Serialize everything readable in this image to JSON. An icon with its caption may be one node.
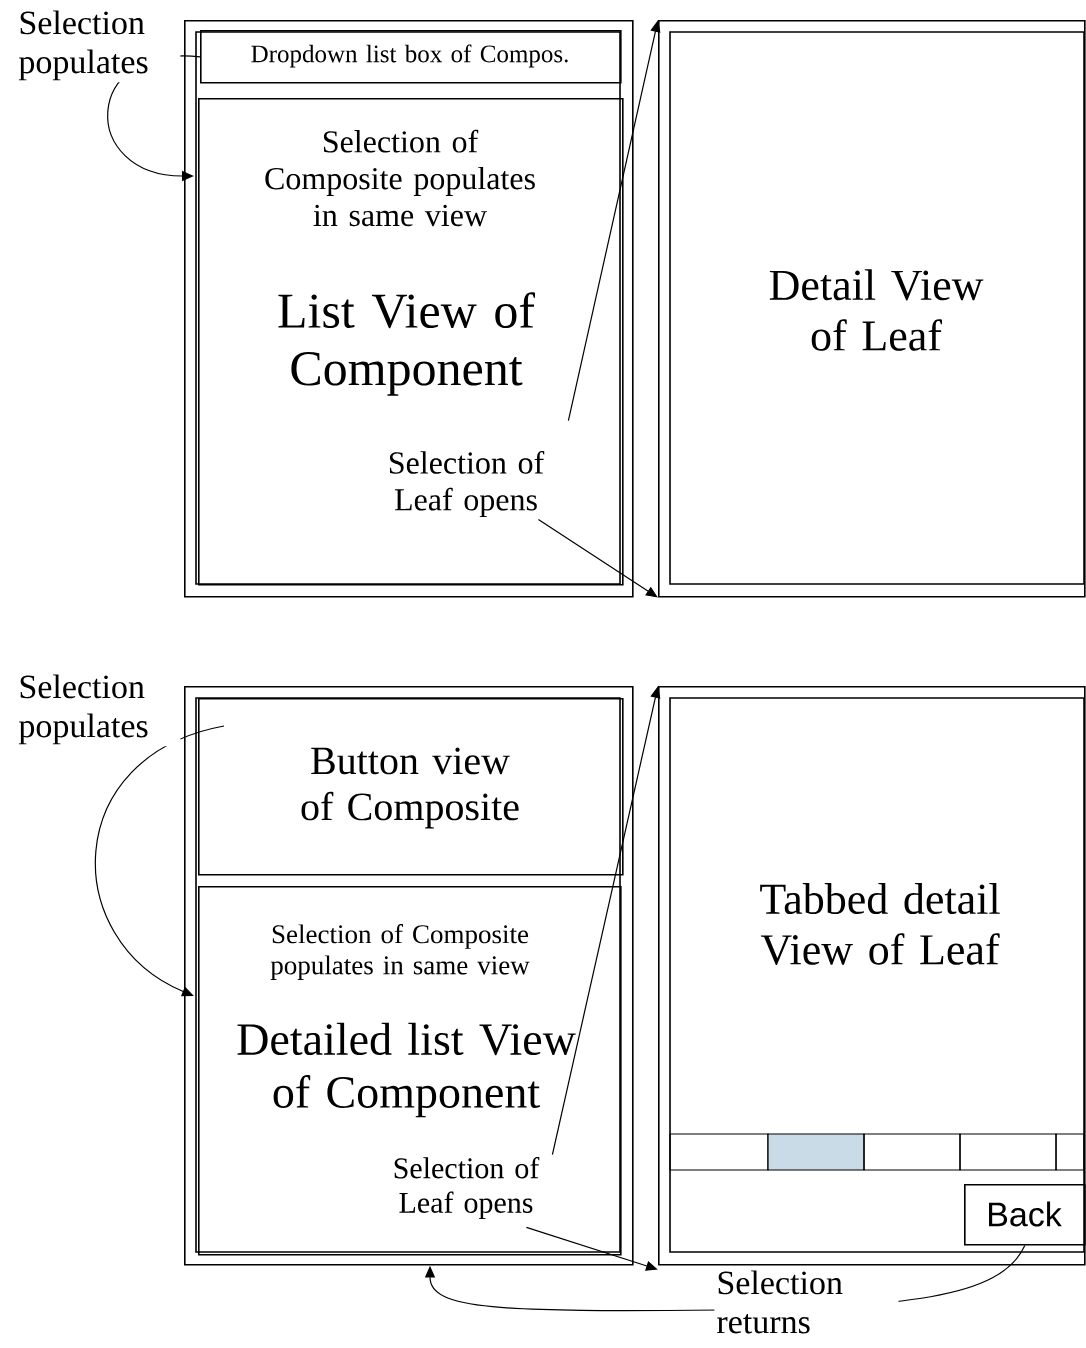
{
  "diagram": {
    "nodes": [
      {
        "text": [],
        "shape": "box"
      },
      {
        "text": [
          "Dropdown list box of Compos."
        ],
        "in": 0
      },
      {
        "text": [
          "Selection of Composite populates in same view",
          "List View of Component"
        ],
        "in": 0
      },
      {
        "text": [
          "Selection of Leaf opens"
        ],
        "in": 2
      },
      {
        "text": [
          "Detail View of Leaf"
        ]
      },
      {
        "text": [],
        "shape": "box"
      },
      {
        "text": [
          "Button view of Composite"
        ],
        "in": 5
      },
      {
        "text": [
          "Selection of Composite populates in same view",
          "Detailed list View of Component"
        ],
        "in": 5
      },
      {
        "text": [
          "Selection of Leaf opens"
        ],
        "in": 7
      },
      {
        "text": [
          "Tabbed detail View of Leaf"
        ]
      },
      {
        "text": [
          "Back"
        ],
        "in": 9
      }
    ],
    "edges": [
      {
        "from": 1,
        "to": 2,
        "arrow": "to",
        "label": "Selection populates"
      },
      {
        "from": 3,
        "to": 4,
        "arrow": "to"
      },
      {
        "from": 3,
        "to": 4,
        "arrow": "to"
      },
      {
        "from": 6,
        "to": 7,
        "arrow": "to",
        "label": "Selection populates"
      },
      {
        "from": 8,
        "to": 9,
        "arrow": "to"
      },
      {
        "from": 8,
        "to": 9,
        "arrow": "to"
      },
      {
        "from": 10,
        "to": 5,
        "arrow": "to",
        "label": "Selection returns"
      }
    ]
  }
}
